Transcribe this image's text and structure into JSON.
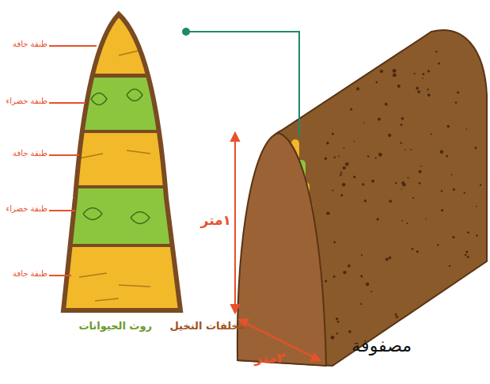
{
  "diagram": {
    "labels": [
      "طبقة جافة",
      "طبقة خضراء",
      "طبقة جافة",
      "طبقة خضراء",
      "طبقة جافة",
      "١متر",
      "٢متر",
      "مخلفات النخيل",
      "روث الحيوانات",
      "مصفوفة"
    ]
  }
}
